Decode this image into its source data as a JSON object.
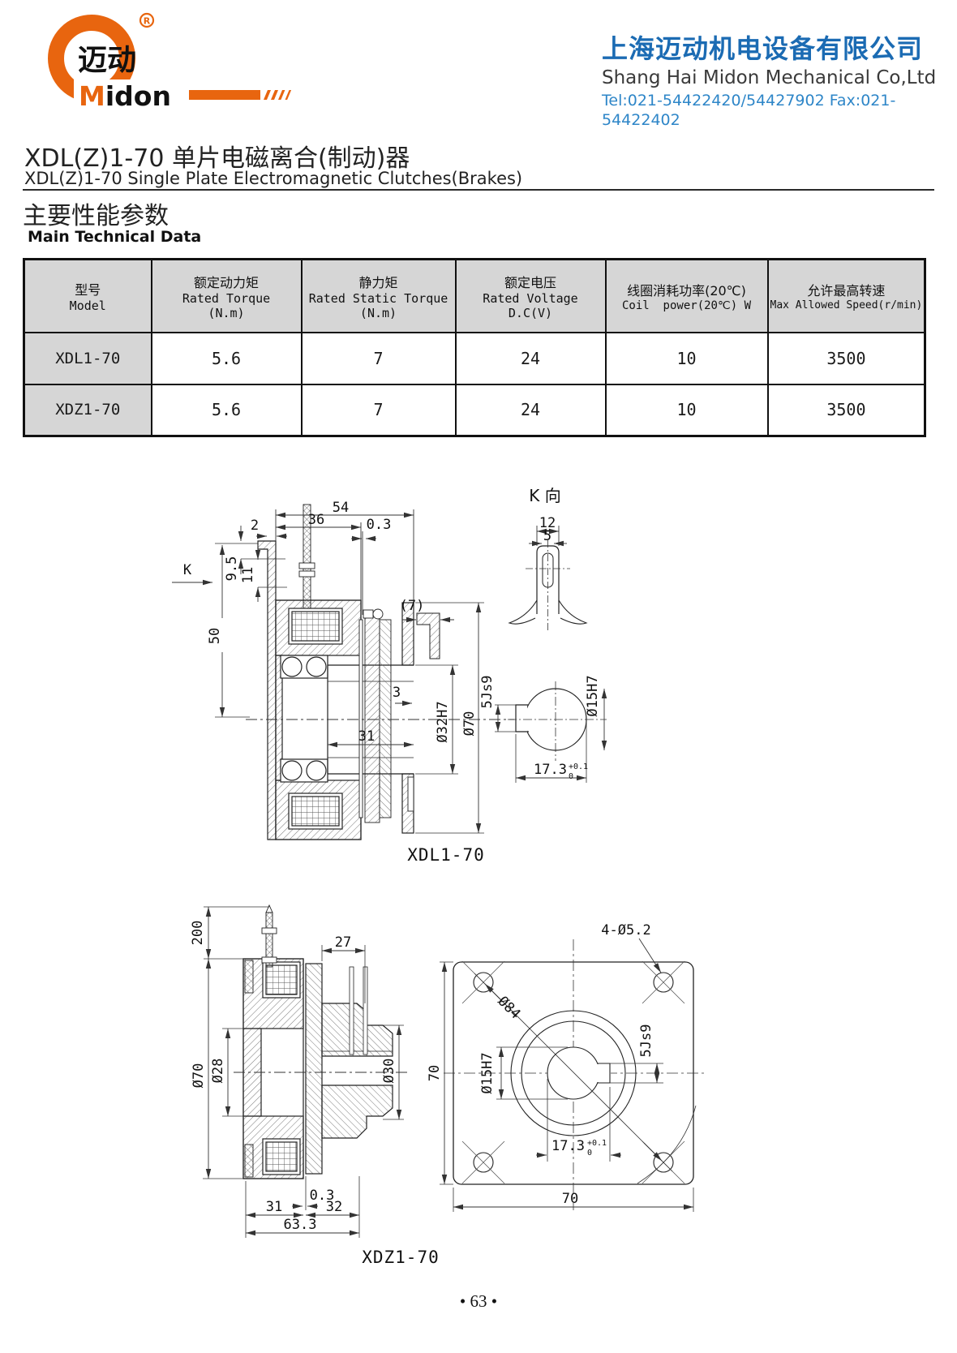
{
  "header": {
    "logo": {
      "zh": "迈动",
      "en_m": "M",
      "en_rest": "idon",
      "registered": "R"
    },
    "company_zh": "上海迈动机电设备有限公司",
    "company_en": "Shang Hai Midon Mechanical Co,Ltd",
    "contact": "Tel:021-54422420/54427902 Fax:021-54422402"
  },
  "title": {
    "zh": "XDL(Z)1-70 单片电磁离合(制动)器",
    "en": "XDL(Z)1-70    Single Plate Electromagnetic Clutches(Brakes)"
  },
  "section": {
    "zh": "主要性能参数",
    "en": "Main Technical Data"
  },
  "table": {
    "columns": [
      {
        "zh": "型号",
        "en": "Model",
        "unit": ""
      },
      {
        "zh": "额定动力矩",
        "en": "Rated Torque",
        "unit": "(N.m)"
      },
      {
        "zh": "静力矩",
        "en": "Rated Static Torque",
        "unit": "(N.m)"
      },
      {
        "zh": "额定电压",
        "en": "Rated Voltage",
        "unit": "D.C(V)"
      },
      {
        "zh": "线圈消耗功率(20℃)",
        "en": "Coil  power(20℃) W",
        "unit": ""
      },
      {
        "zh": "允许最高转速",
        "en": "Max Allowed Speed(r/min)",
        "unit": ""
      }
    ],
    "rows": [
      {
        "model": "XDL1-70",
        "rated_torque": "5.6",
        "static_torque": "7",
        "voltage": "24",
        "coil_power": "10",
        "max_speed": "3500"
      },
      {
        "model": "XDZ1-70",
        "rated_torque": "5.6",
        "static_torque": "7",
        "voltage": "24",
        "coil_power": "10",
        "max_speed": "3500"
      }
    ]
  },
  "drawing_xdl": {
    "caption": "XDL1-70",
    "view_label": "K 向",
    "dims": {
      "overall_len": "54",
      "body_len": "36",
      "plate": "2",
      "gap": "0.3",
      "step_a": "9.5",
      "step_b": "11",
      "height": "50",
      "view_k": "K",
      "bracket_gap": "(7)",
      "disc": "3",
      "hub_len": "31",
      "bore": "Ø32H7",
      "outer_dia": "Ø70",
      "tab_w": "12",
      "slot_w": "5",
      "key": "5Js9",
      "shaft_bore": "Ø15H7",
      "key_depth": "17.3",
      "tol_up": "+0.1",
      "tol_dn": "0"
    }
  },
  "drawing_xdz": {
    "caption": "XDZ1-70",
    "dims": {
      "lead_len": "200",
      "hub_len": "27",
      "outer_dia": "Ø70",
      "bore": "Ø28",
      "shaft_dia": "Ø30",
      "gap": "0.3",
      "len_a": "31",
      "len_b": "32",
      "len_total": "63.3",
      "holes": "4-Ø5.2",
      "bolt_circle": "Ø84",
      "shaft_bore": "Ø15H7",
      "key": "5Js9",
      "plate_h": "70",
      "plate_w": "70",
      "key_depth": "17.3",
      "tol_up": "+0.1",
      "tol_dn": "0"
    }
  },
  "footer": {
    "page_number": "• 63 •"
  }
}
